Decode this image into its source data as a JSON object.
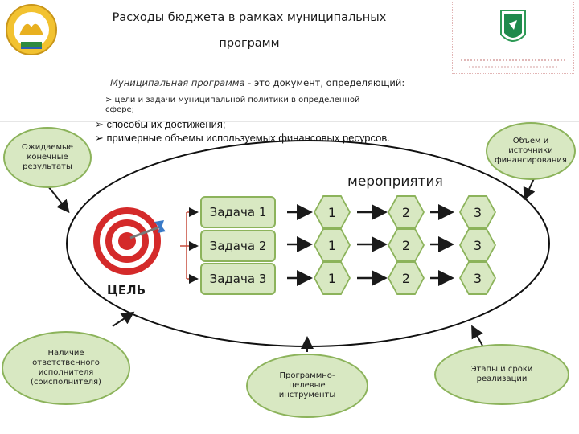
{
  "header": {
    "title_line1": "Расходы бюджета в рамках муниципальных",
    "title_line2": "программ"
  },
  "intro": {
    "term": "Муниципальная программа",
    "definition": " - это документ, определяющий:"
  },
  "bullets": [
    "> цели и задачи муниципальной политики в определенной",
    "сфере;",
    "способы их достижения;",
    "примерные объемы используемых финансовых ресурсов."
  ],
  "diagram": {
    "activities_label": "мероприятия",
    "goal_label": "ЦЕЛЬ",
    "tasks": [
      "Задача 1",
      "Задача 2",
      "Задача 3"
    ],
    "steps": [
      "1",
      "2",
      "3"
    ],
    "bubbles": {
      "results": "Ожидаемые конечные результаты",
      "funding": "Объем и источники финансирования",
      "responsible": "Наличие ответственного исполнителя (соисполнителя)",
      "tools": "Программно-целевые инструменты",
      "stages": "Этапы и сроки реализации"
    }
  },
  "colors": {
    "bubble_fill": "#d8e8c2",
    "bubble_border": "#8cb35b",
    "target_red": "#d42a2a",
    "arrow": "#1a1a1a"
  }
}
